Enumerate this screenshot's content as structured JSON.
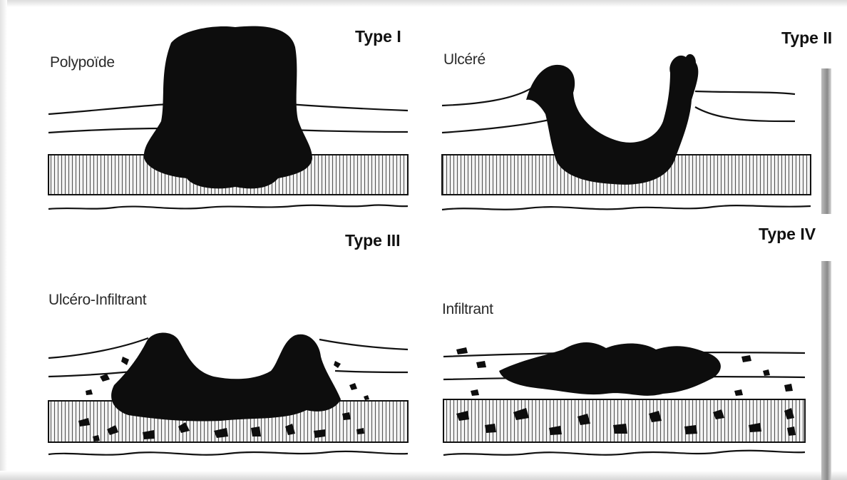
{
  "figure": {
    "panels": [
      {
        "id": "polypoide",
        "name": "Polypoïde",
        "type_label": "Type I"
      },
      {
        "id": "ulcere",
        "name": "Ulcéré",
        "type_label": "Type II"
      },
      {
        "id": "ulcero-infiltrant",
        "name": "Ulcéro-Infiltrant",
        "type_label": "Type III"
      },
      {
        "id": "infiltrant",
        "name": "Infiltrant",
        "type_label": "Type IV"
      }
    ]
  },
  "colors": {
    "ink": "#111111",
    "tumor": "#0d0d0d",
    "stripe_bg": "#f4f4f4"
  }
}
